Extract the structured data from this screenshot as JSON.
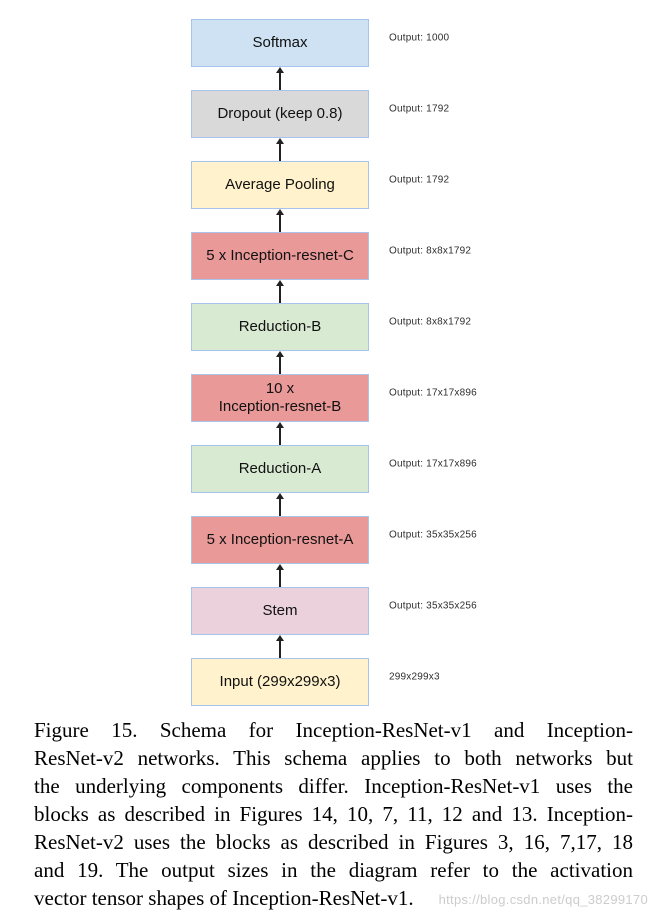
{
  "figure": {
    "border_color": "#a9c4ea",
    "arrow_color": "#212121",
    "blocks": [
      {
        "label": "Softmax",
        "output": "Output: 1000",
        "fill": "#cfe2f3"
      },
      {
        "label": "Dropout (keep 0.8)",
        "output": "Output: 1792",
        "fill": "#d9d9d9"
      },
      {
        "label": "Average Pooling",
        "output": "Output: 1792",
        "fill": "#fff2cc"
      },
      {
        "label": "5 x Inception-resnet-C",
        "output": "Output: 8x8x1792",
        "fill": "#ea9999"
      },
      {
        "label": "Reduction-B",
        "output": "Output: 8x8x1792",
        "fill": "#d9ead3"
      },
      {
        "label": "10 x\nInception-resnet-B",
        "output": "Output: 17x17x896",
        "fill": "#ea9999"
      },
      {
        "label": "Reduction-A",
        "output": "Output: 17x17x896",
        "fill": "#d9ead3"
      },
      {
        "label": "5 x Inception-resnet-A",
        "output": "Output: 35x35x256",
        "fill": "#ea9999"
      },
      {
        "label": "Stem",
        "output": "Output: 35x35x256",
        "fill": "#ead1dc"
      },
      {
        "label": "Input (299x299x3)",
        "output": "299x299x3",
        "fill": "#fff2cc"
      }
    ]
  },
  "caption": {
    "lines": [
      "Figure 15. Schema for Inception-ResNet-v1 and Inception-",
      "ResNet-v2 networks. This schema applies to both networks but",
      "the underlying components differ. Inception-ResNet-v1 uses the",
      "blocks as described in Figures 14, 10, 7, 11, 12 and 13. Inception-",
      "ResNet-v2 uses the blocks as described in Figures 3, 16, 7,17, 18",
      "and 19. The output sizes in the diagram refer to the activation",
      "vector tensor shapes of Inception-ResNet-v1."
    ]
  },
  "watermark": {
    "text": "https://blog.csdn.net/qq_38299170",
    "color": "#cccccc"
  }
}
